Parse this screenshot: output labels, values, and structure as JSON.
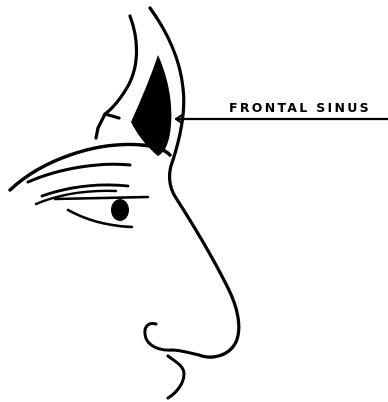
{
  "diagram": {
    "labels": {
      "frontal_sinus": "FRONTAL SINUS"
    },
    "parts": [
      {
        "name": "frontal-bone-outline",
        "icon": "bone-outline"
      },
      {
        "name": "frontal-sinus-cavity",
        "icon": "sinus-cavity"
      },
      {
        "name": "face-profile",
        "icon": "head-profile"
      },
      {
        "name": "eye",
        "icon": "eye"
      },
      {
        "name": "eyebrow",
        "icon": "eyebrow"
      },
      {
        "name": "nose",
        "icon": "nose"
      }
    ],
    "colors": {
      "ink": "#000000",
      "background": "#ffffff"
    }
  }
}
